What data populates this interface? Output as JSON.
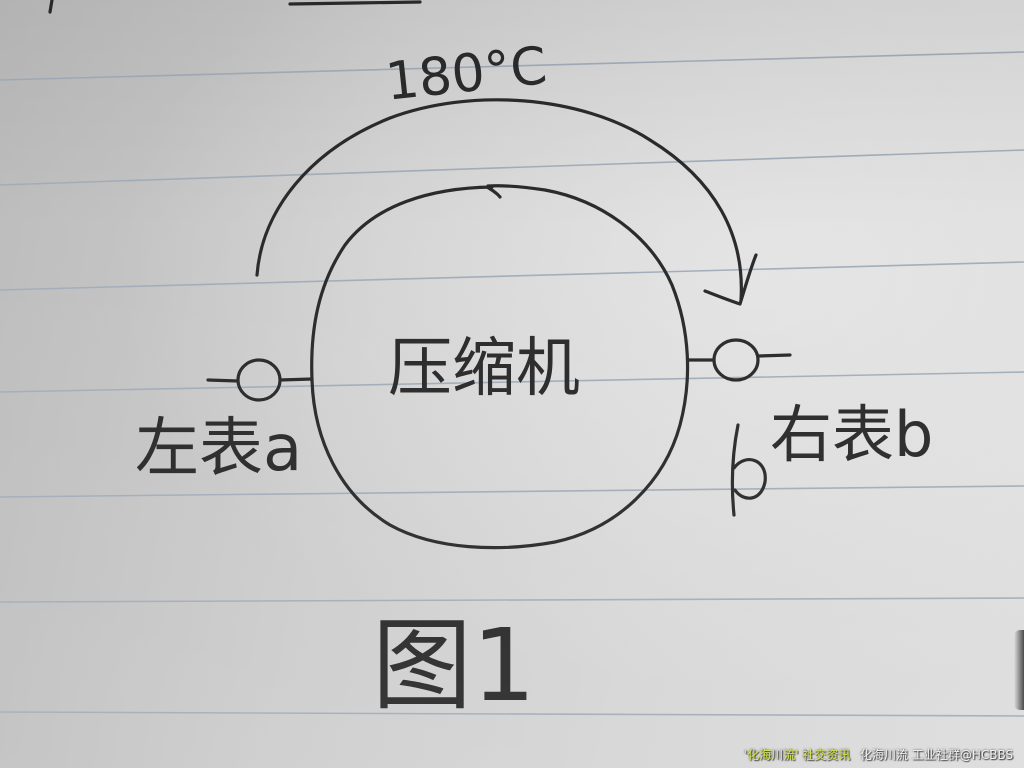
{
  "diagram": {
    "temperature_label": "180°C",
    "compressor_label": "压缩机",
    "left_gauge_label": "左表a",
    "right_gauge_label": "右表b",
    "figure_label": "图1"
  },
  "watermark": {
    "text_1": "'化海川流' 社交资讯",
    "text_2": "化海川流 工业社群@HCBBS"
  },
  "colors": {
    "ink": "#2b2b2b",
    "paper": "#d3d3d3",
    "rule_line": "#a3aebb",
    "watermark_accent": "#d8ea3c"
  }
}
